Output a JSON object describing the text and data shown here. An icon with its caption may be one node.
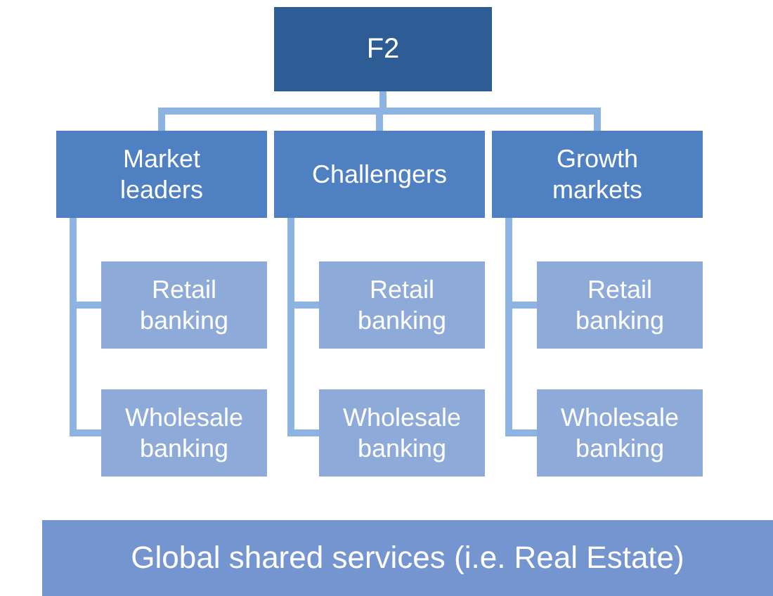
{
  "diagram": {
    "nodes": [
      {
        "text": [
          "F2"
        ]
      },
      {
        "text": [
          "Market leaders"
        ]
      },
      {
        "text": [
          "Retail banking"
        ]
      },
      {
        "text": [
          "Wholesale banking"
        ]
      },
      {
        "text": [
          "Challengers"
        ]
      },
      {
        "text": [
          "Retail banking"
        ]
      },
      {
        "text": [
          "Wholesale banking"
        ]
      },
      {
        "text": [
          "Growth markets"
        ]
      },
      {
        "text": [
          "Retail banking"
        ]
      },
      {
        "text": [
          "Wholesale banking"
        ]
      },
      {
        "text": [
          "Global shared services (i.e. Real Estate)"
        ]
      }
    ],
    "edges": [
      {
        "from": 0,
        "to": 1,
        "arrow": "none"
      },
      {
        "from": 0,
        "to": 4,
        "arrow": "none"
      },
      {
        "from": 0,
        "to": 7,
        "arrow": "none"
      },
      {
        "from": 1,
        "to": 2,
        "arrow": "none"
      },
      {
        "from": 1,
        "to": 3,
        "arrow": "none"
      },
      {
        "from": 4,
        "to": 5,
        "arrow": "none"
      },
      {
        "from": 4,
        "to": 6,
        "arrow": "none"
      },
      {
        "from": 7,
        "to": 8,
        "arrow": "none"
      },
      {
        "from": 7,
        "to": 9,
        "arrow": "none"
      }
    ]
  }
}
